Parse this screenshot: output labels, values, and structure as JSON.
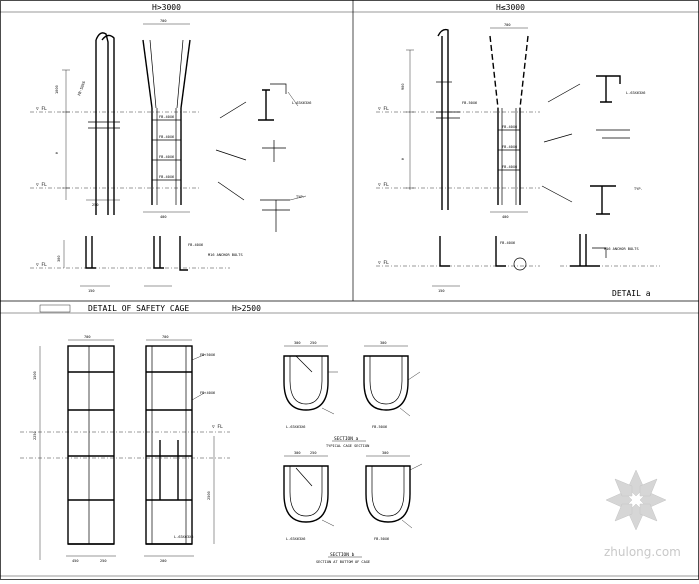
{
  "panels": {
    "top_left_heading": "H>3000",
    "top_right_heading": "H≤3000",
    "bottom_heading_title": "DETAIL OF SAFETY CAGE",
    "bottom_heading_condition": "H>2500",
    "detail_label": "DETAIL a"
  },
  "sections": {
    "section_a_title": "SECTION a",
    "section_a_subtitle": "TYPICAL CAGE SECTION",
    "section_b_title": "SECTION b",
    "section_b_subtitle": "SECTION AT BOTTOM OF CAGE"
  },
  "labels": {
    "fb_50x6": "FB-50X6",
    "fb_40x6": "FB-40X6",
    "angle_63x6": "L-63X63X6",
    "floor_mark": "▽ FL",
    "top_width": "700",
    "h_value": "H",
    "dim_1000": "1000",
    "dim_900": "900",
    "dim_450": "450",
    "dim_300": "300",
    "dim_400": "400",
    "dim_250": "250",
    "dim_150": "150",
    "dim_2250": "2250",
    "dim_1500": "1500",
    "dim_2500": "2500",
    "dim_200": "200",
    "anchor_note": "M16 ANCHOR BOLTS",
    "weld_note": "TYP."
  },
  "watermark": {
    "text": "zhulong.com"
  },
  "colors": {
    "line": "#000000",
    "background": "#ffffff",
    "watermark": "#c9c9c9"
  }
}
